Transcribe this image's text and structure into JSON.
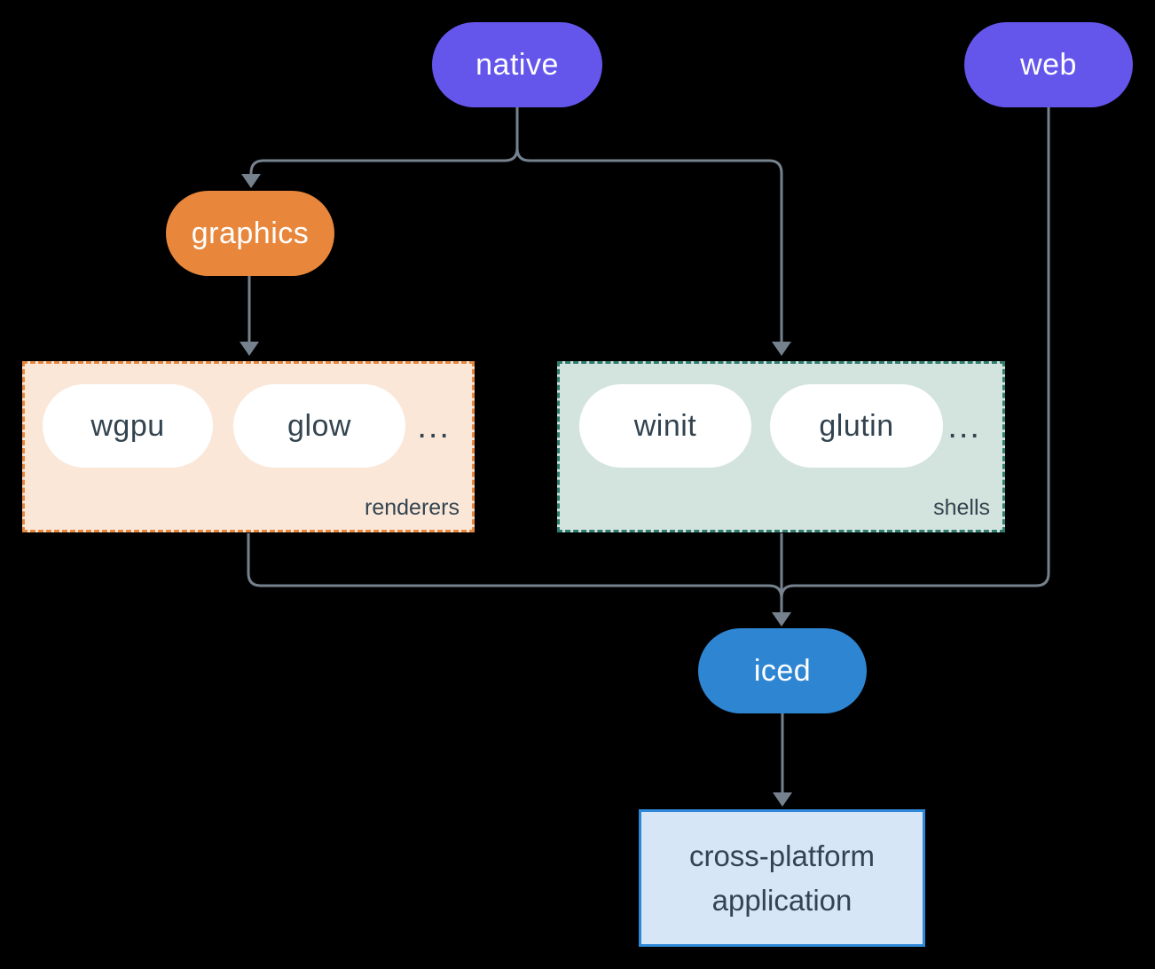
{
  "diagram": {
    "background": "#000000",
    "connector_color": "#75828E",
    "nodes": {
      "native": {
        "label": "native",
        "color": "#6456EB",
        "text_color": "#FFFFFF"
      },
      "web": {
        "label": "web",
        "color": "#6456EB",
        "text_color": "#FFFFFF"
      },
      "graphics": {
        "label": "graphics",
        "color": "#E8873C",
        "text_color": "#FFFFFF"
      },
      "iced": {
        "label": "iced",
        "color": "#2E86D3",
        "text_color": "#FFFFFF"
      },
      "application": {
        "line1": "cross-platform",
        "line2": "application",
        "fill": "#D6E6F7",
        "border": "#2F87D8",
        "text_color": "#334450"
      }
    },
    "groups": {
      "renderers": {
        "label": "renderers",
        "fill": "#FAE7D8",
        "border": "#E8873C",
        "text_color": "#334450",
        "items": [
          {
            "label": "wgpu"
          },
          {
            "label": "glow"
          }
        ],
        "ellipsis": "..."
      },
      "shells": {
        "label": "shells",
        "fill": "#D3E3DD",
        "border": "#2E7D6E",
        "text_color": "#334450",
        "items": [
          {
            "label": "winit"
          },
          {
            "label": "glutin"
          }
        ],
        "ellipsis": "..."
      }
    },
    "edges": [
      {
        "from": "native",
        "to": "graphics"
      },
      {
        "from": "native",
        "to": "shells"
      },
      {
        "from": "graphics",
        "to": "renderers"
      },
      {
        "from": "renderers",
        "to": "iced"
      },
      {
        "from": "shells",
        "to": "iced"
      },
      {
        "from": "web",
        "to": "iced"
      },
      {
        "from": "iced",
        "to": "application"
      }
    ]
  }
}
